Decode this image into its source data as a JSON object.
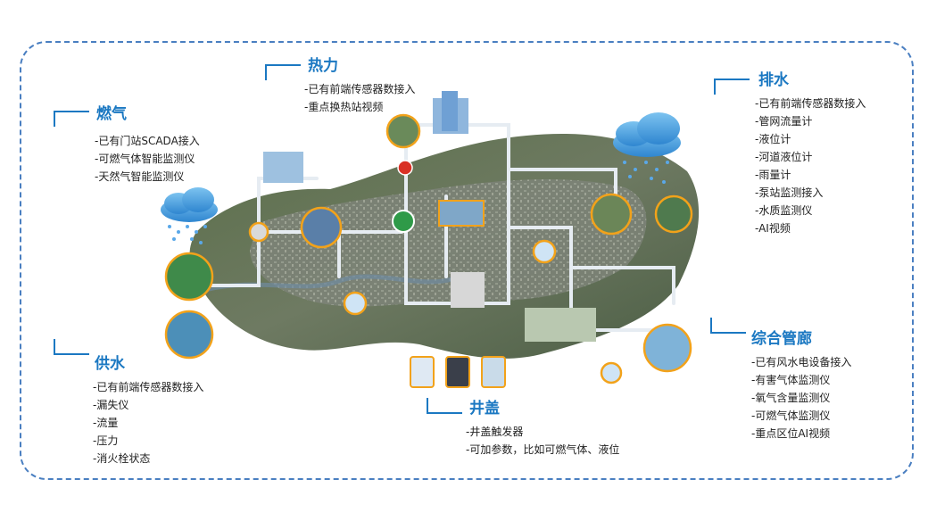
{
  "panels": {
    "gas": {
      "title": "燃气",
      "items": [
        "-已有门站SCADA接入",
        "-可燃气体智能监测仪",
        "-天然气智能监测仪"
      ]
    },
    "heat": {
      "title": "热力",
      "items": [
        "-已有前端传感器数接入",
        "-重点换热站视频"
      ]
    },
    "drain": {
      "title": "排水",
      "items": [
        "-已有前端传感器数接入",
        "-管网流量计",
        "-液位计",
        "-河道液位计",
        "-雨量计",
        "-泵站监测接入",
        "-水质监测仪",
        "-AI视频"
      ]
    },
    "water": {
      "title": "供水",
      "items": [
        "-已有前端传感器数接入",
        "-漏失仪",
        "-流量",
        "-压力",
        "-消火栓状态"
      ]
    },
    "manhole": {
      "title": "井盖",
      "items": [
        "-井盖触发器",
        "-可加参数，比如可燃气体、液位"
      ]
    },
    "tunnel": {
      "title": "综合管廊",
      "items": [
        "-已有风水电设备接入",
        "-有害气体监测仪",
        "-氧气含量监测仪",
        "-可燃气体监测仪",
        "-重点区位AI视频"
      ]
    }
  },
  "colors": {
    "accent": "#1b78c2",
    "frame": "#4a7fc1",
    "pipe": "#e6ecf2",
    "node_border": "#f2a21a",
    "rain": "#5aa8e8"
  }
}
